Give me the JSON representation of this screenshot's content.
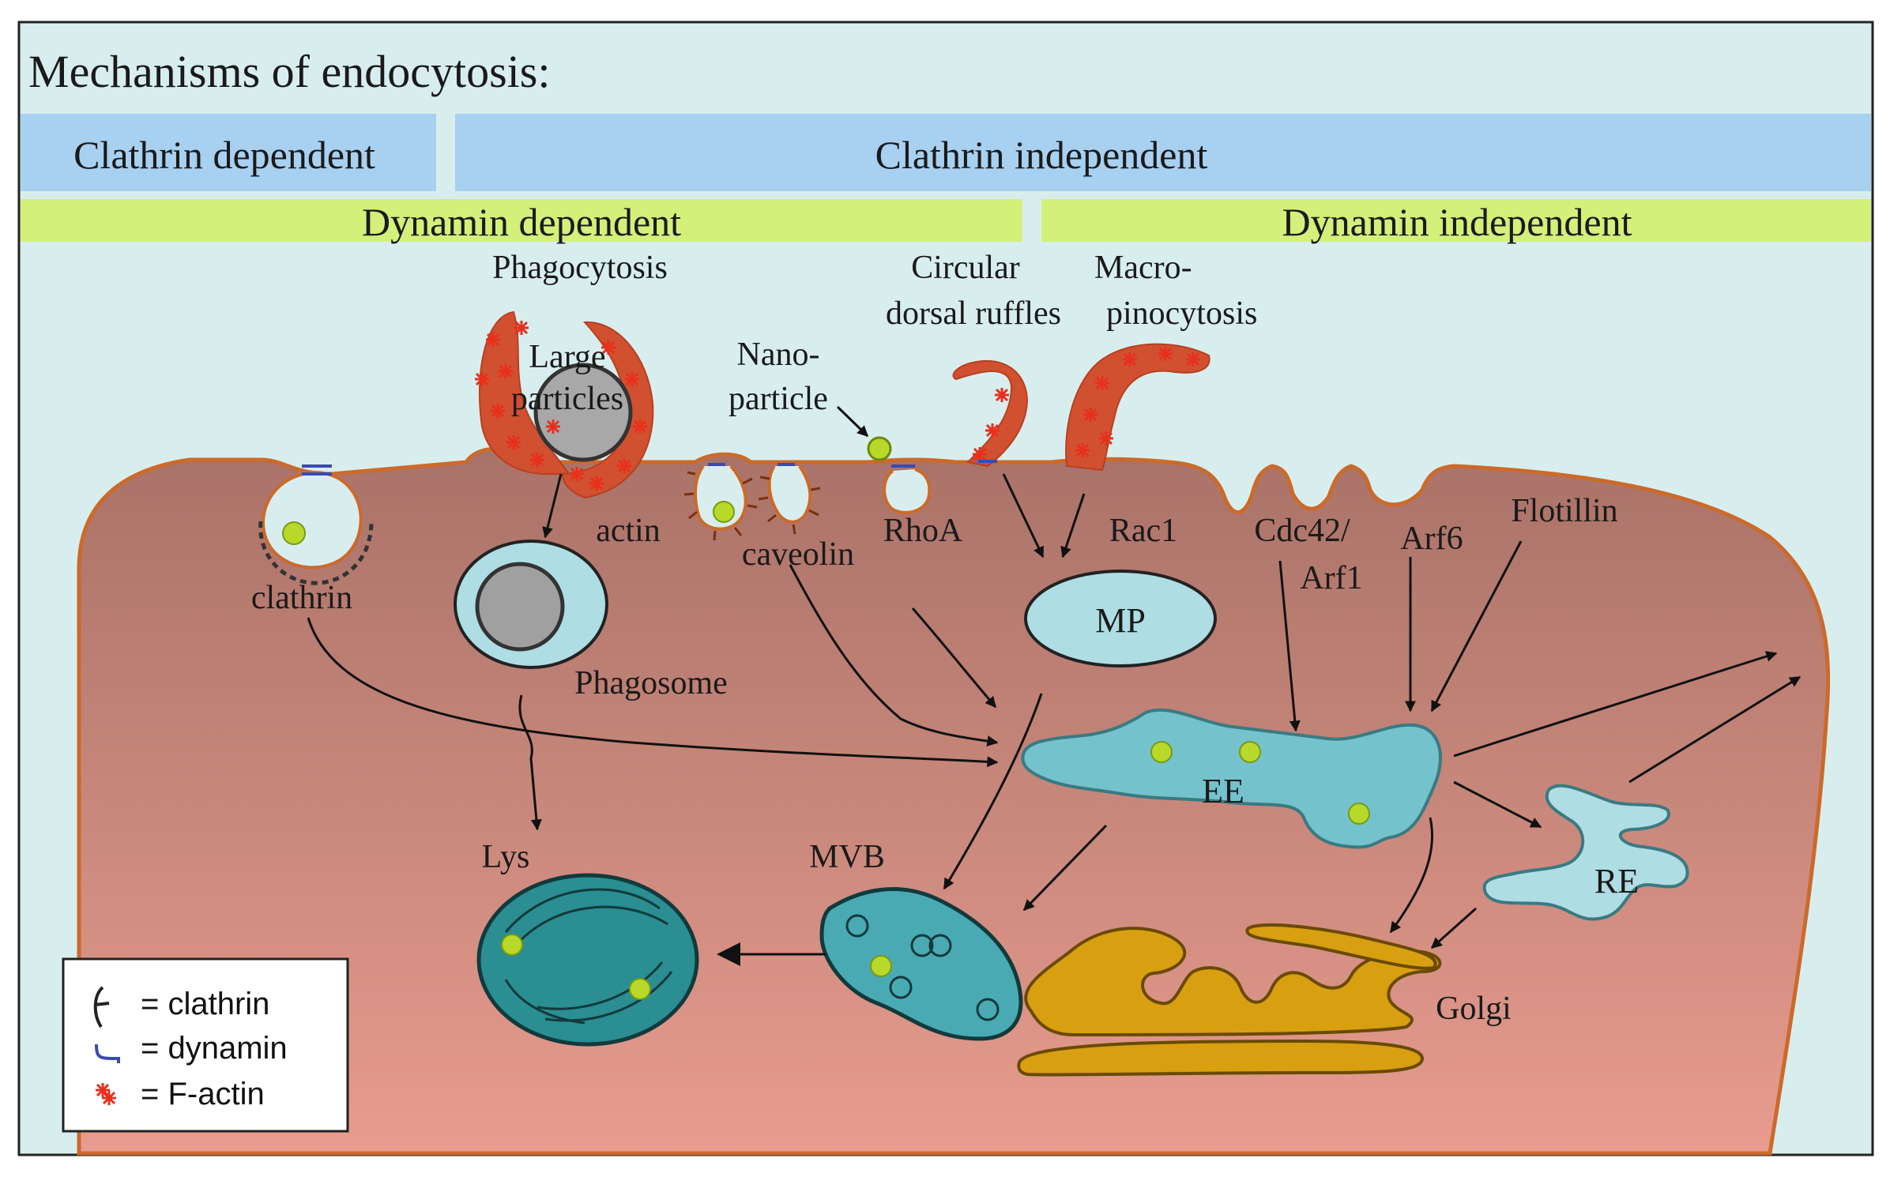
{
  "title": "Mechanisms of endocytosis:",
  "bands": {
    "clathrin_dependent": "Clathrin dependent",
    "clathrin_independent": "Clathrin independent",
    "dynamin_dependent": "Dynamin dependent",
    "dynamin_independent": "Dynamin independent"
  },
  "labels": {
    "phagocytosis": "Phagocytosis",
    "circular_1": "Circular",
    "circular_2": "dorsal ruffles",
    "macro_1": "Macro-",
    "macro_2": "pinocytosis",
    "large_1": "Large",
    "large_2": "particles",
    "nano_1": "Nano-",
    "nano_2": "particle",
    "actin": "actin",
    "clathrin": "clathrin",
    "caveolin": "caveolin",
    "rhoa": "RhoA",
    "rac1": "Rac1",
    "cdc42_1": "Cdc42/",
    "cdc42_2": "Arf1",
    "arf6": "Arf6",
    "flotillin": "Flotillin",
    "mp": "MP",
    "phagosome": "Phagosome",
    "ee": "EE",
    "lys": "Lys",
    "mvb": "MVB",
    "re": "RE",
    "golgi": "Golgi"
  },
  "legend": {
    "clathrin": "= clathrin",
    "dynamin": "= dynamin",
    "factin": "= F-actin"
  },
  "colors": {
    "background": "#d8eeee",
    "band_blue": "#a8d0f0",
    "band_green": "#d2f07a",
    "cell_top": "#b07a70",
    "cell_bottom": "#e49a8c",
    "membrane": "#cc6a2a",
    "organelle": "#73c2cc",
    "lysosome": "#2a8e92",
    "golgi": "#d8a010",
    "factin": "#e83020",
    "particle": "#b8d82a"
  }
}
